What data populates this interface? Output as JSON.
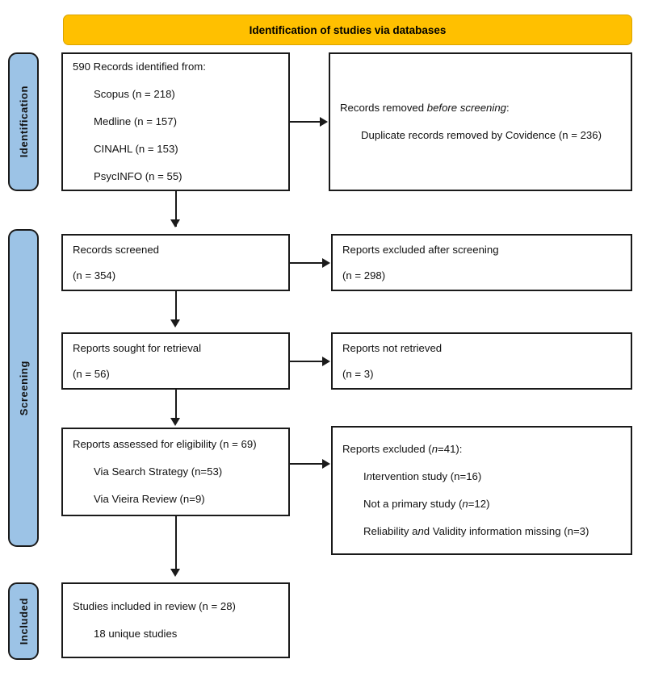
{
  "banner": {
    "title": "Identification of studies via databases"
  },
  "stages": [
    {
      "name": "identification",
      "label": "Identification"
    },
    {
      "name": "screening",
      "label": "Screening"
    },
    {
      "name": "included",
      "label": "Included"
    }
  ],
  "boxes": {
    "records_identified": {
      "name": "records-identified-box",
      "lines": [
        {
          "text": "590 Records identified from:",
          "indent": false
        },
        {
          "text": "Scopus (n = 218)",
          "indent": true
        },
        {
          "text": "Medline (n = 157)",
          "indent": true
        },
        {
          "text": "CINAHL (n = 153)",
          "indent": true
        },
        {
          "text": "PsycINFO (n = 55)",
          "indent": true
        }
      ]
    },
    "records_removed": {
      "name": "records-removed-box",
      "lines": [
        {
          "text": "Records removed before screening:",
          "indent": false,
          "italic_part": "before screening"
        },
        {
          "text": "Duplicate records removed by Covidence (n = 236)",
          "indent": true
        }
      ]
    },
    "records_screened": {
      "name": "records-screened-box",
      "lines": [
        {
          "text": "Records screened",
          "indent": false
        },
        {
          "text": "(n = 354)",
          "indent": false
        }
      ]
    },
    "reports_excluded_screening": {
      "name": "reports-excluded-after-screening-box",
      "lines": [
        {
          "text": "Reports excluded after screening",
          "indent": false
        },
        {
          "text": "(n = 298)",
          "indent": false
        }
      ]
    },
    "reports_sought": {
      "name": "reports-sought-for-retrieval-box",
      "lines": [
        {
          "text": "Reports sought for retrieval",
          "indent": false
        },
        {
          "text": "(n = 56)",
          "indent": false
        }
      ]
    },
    "reports_not_retrieved": {
      "name": "reports-not-retrieved-box",
      "lines": [
        {
          "text": "Reports not retrieved",
          "indent": false
        },
        {
          "text": "(n = 3)",
          "indent": false
        }
      ]
    },
    "reports_assessed": {
      "name": "reports-assessed-for-eligibility-box",
      "lines": [
        {
          "text": "Reports assessed for eligibility (n = 69)",
          "indent": false
        },
        {
          "text": "Via Search Strategy (n=53)",
          "indent": true
        },
        {
          "text": "Via Vieira Review (n=9)",
          "indent": true
        }
      ]
    },
    "reports_excluded_eligibility": {
      "name": "reports-excluded-box",
      "lines": [
        {
          "text": "Reports excluded (n=41):",
          "indent": false,
          "italic_part": "n"
        },
        {
          "text": "Intervention study (n=16)",
          "indent": true,
          "italic_part": "n"
        },
        {
          "text": "Not a primary study (n=12)",
          "indent": true,
          "italic_part": "n"
        },
        {
          "text": "Reliability and Validity information missing (n=3)",
          "indent": true,
          "italic_part": "n"
        }
      ]
    },
    "studies_included": {
      "name": "studies-included-box",
      "lines": [
        {
          "text": "Studies included in review (n = 28)",
          "indent": false
        },
        {
          "text": "18 unique studies",
          "indent": true
        }
      ]
    }
  },
  "colors": {
    "banner_fill": "#FFC000",
    "stage_pill_fill": "#9CC3E6",
    "box_border": "#1a1a1a",
    "text": "#111111"
  }
}
